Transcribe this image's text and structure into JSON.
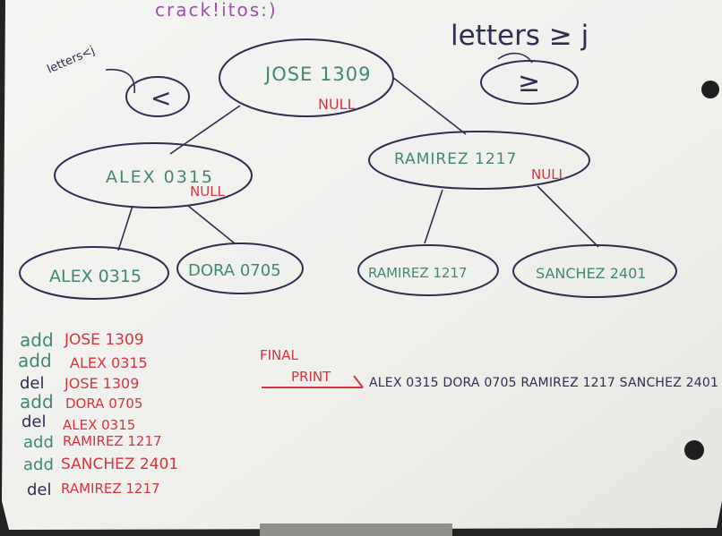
{
  "board": {
    "top_note": "crack!itos:)",
    "rule_left": "letters<j",
    "rule_left_symbol": "<",
    "rule_right": "letters ≥ j",
    "rule_right_symbol": "≥"
  },
  "tree": {
    "root": {
      "name": "JOSE 1309",
      "tag": "NULL"
    },
    "left_inner": {
      "name": "ALEX 0315",
      "tag": "NULL"
    },
    "right_inner": {
      "name": "RAMIREZ 1217",
      "tag": "NULL"
    },
    "leaf_ll": {
      "name": "ALEX 0315"
    },
    "leaf_lr": {
      "name": "DORA 0705"
    },
    "leaf_rl": {
      "name": "RAMIREZ 1217"
    },
    "leaf_rr": {
      "name": "SANCHEZ 2401"
    }
  },
  "operations": [
    {
      "verb": "add",
      "arg": "JOSE 1309"
    },
    {
      "verb": "add",
      "arg": "ALEX 0315"
    },
    {
      "verb": "del",
      "arg": "JOSE 1309"
    },
    {
      "verb": "add",
      "arg": "DORA 0705"
    },
    {
      "verb": "del",
      "arg": "ALEX 0315"
    },
    {
      "verb": "add",
      "arg": "RAMIREZ 1217"
    },
    {
      "verb": "add",
      "arg": "SANCHEZ 2401"
    },
    {
      "verb": "del",
      "arg": "RAMIREZ 1217"
    }
  ],
  "final": {
    "label_line1": "FINAL",
    "label_line2": "PRINT",
    "output": "ALEX 0315 DORA 0705 RAMIREZ 1217 SANCHEZ 2401"
  },
  "colors": {
    "board": "#f2f2f0",
    "green_marker": "#3f8a6c",
    "red_marker": "#d8343b",
    "dark_marker": "#2b2f52",
    "purple_marker": "#a14fae"
  }
}
